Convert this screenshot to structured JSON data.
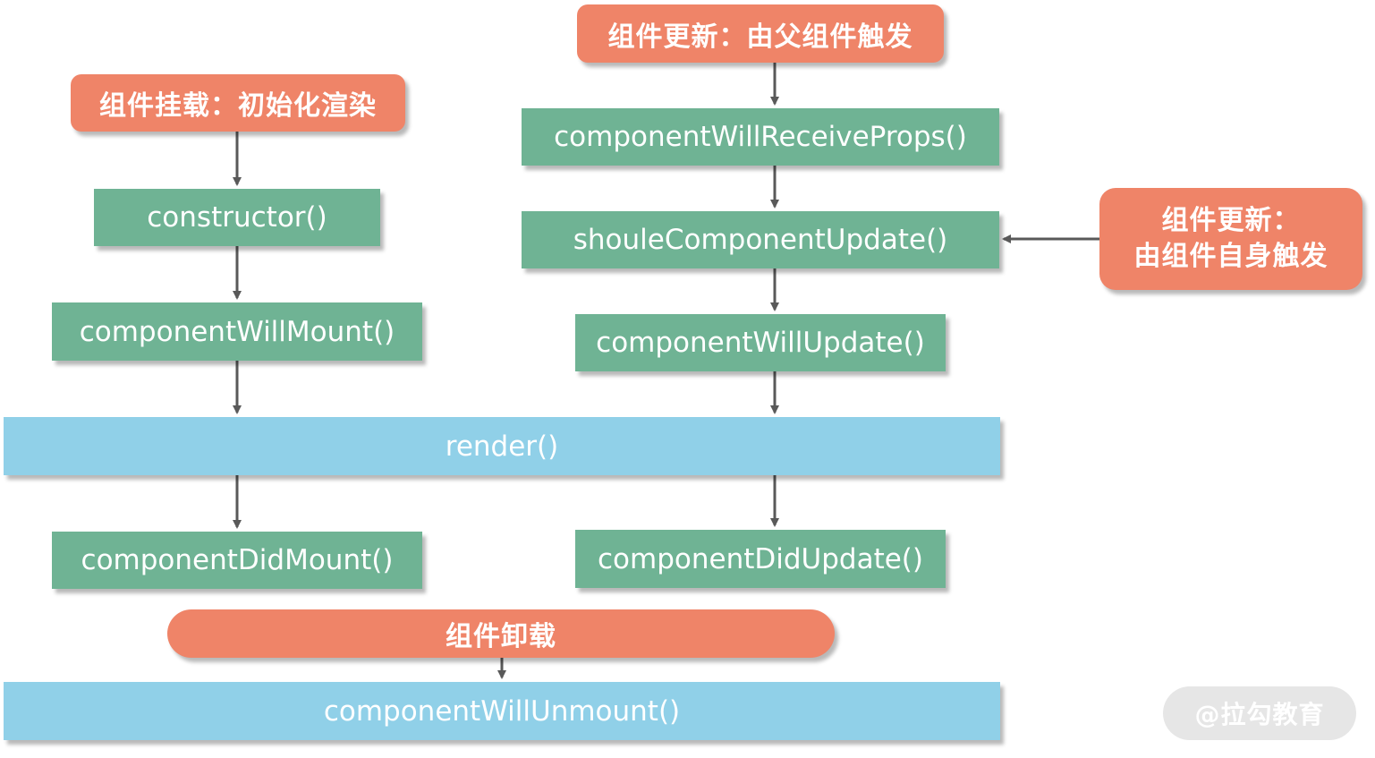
{
  "mount": {
    "title": "组件挂载：初始化渲染",
    "constructor": "constructor()",
    "will_mount": "componentWillMount()",
    "did_mount": "componentDidMount()"
  },
  "update_parent": {
    "title": "组件更新：由父组件触发",
    "will_receive_props": "componentWillReceiveProps()",
    "should_update": "shouleComponentUpdate()",
    "will_update": "componentWillUpdate()",
    "did_update": "componentDidUpdate()"
  },
  "update_self": {
    "title_line1": "组件更新：",
    "title_line2": "由组件自身触发"
  },
  "render": "render()",
  "unmount": {
    "title": "组件卸载",
    "will_unmount": "componentWillUnmount()"
  },
  "watermark": "@拉勾教育",
  "colors": {
    "green": "#6fb394",
    "blue": "#90d0e8",
    "orange": "#ef8468",
    "arrow": "#595959"
  }
}
